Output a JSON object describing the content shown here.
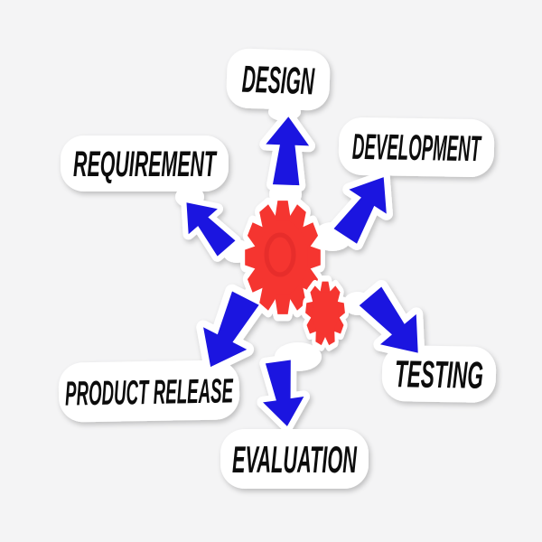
{
  "sticker": {
    "labels": {
      "design": "DESIGN",
      "development": "DEVELOPMENT",
      "requirement": "REQUIREMENT",
      "testing": "TESTING",
      "product_release": "PRODUCT RELEASE",
      "evaluation": "EVALUATION"
    },
    "colors": {
      "background": "#f4f4f5",
      "sticker_white": "#ffffff",
      "arrow_blue": "#1b15e0",
      "gear_red": "#f53530",
      "gear_hub_red": "#d92525",
      "text_black": "#0c0c0c"
    },
    "icons": {
      "center": "gears-icon",
      "design": "arrow-up-icon",
      "development": "arrow-up-right-icon",
      "requirement": "arrow-up-left-icon",
      "testing": "arrow-down-right-icon",
      "product_release": "arrow-down-left-icon",
      "evaluation": "arrow-down-icon"
    }
  }
}
